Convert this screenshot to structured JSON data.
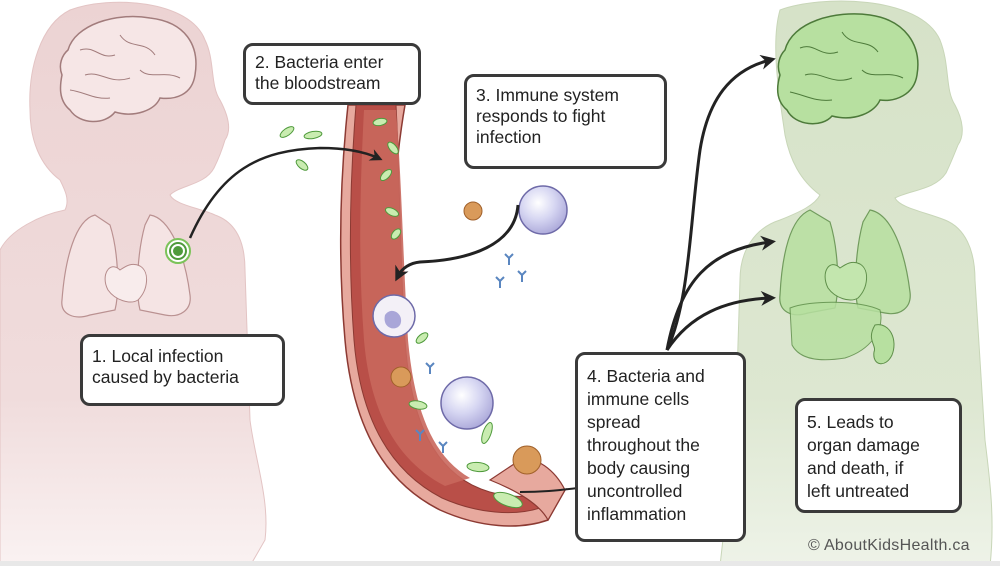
{
  "diagram": {
    "title": "How bacterial infection leads to sepsis",
    "callouts": [
      {
        "id": "step-1",
        "text": "1. Local infection\ncaused by bacteria"
      },
      {
        "id": "step-2",
        "text": "2. Bacteria enter\nthe bloodstream"
      },
      {
        "id": "step-3",
        "text": "3. Immune system\nresponds to fight\ninfection"
      },
      {
        "id": "step-4",
        "text": "4. Bacteria and\nimmune cells\nspread\nthroughout the\nbody causing\nuncontrolled\ninflammation"
      },
      {
        "id": "step-5",
        "text": "5. Leads to\norgan damage\nand death, if\nleft untreated"
      }
    ],
    "copyright": "© AboutKidsHealth.ca",
    "figures": {
      "healthy_child": {
        "tint": "pink",
        "organs": [
          "brain",
          "lungs",
          "heart"
        ]
      },
      "affected_child": {
        "tint": "green",
        "organs": [
          "brain",
          "lungs",
          "heart",
          "liver",
          "kidney"
        ]
      }
    },
    "colors": {
      "pink_body": "#ecd3d3",
      "pink_organ": "#f6e6e6",
      "pink_outline": "#b58a8a",
      "green_body": "#d6e2c8",
      "green_organ": "#b7e0a0",
      "green_outline": "#5f8f4a",
      "vessel_wall": "#c8655a",
      "vessel_inner": "#b04a45",
      "vessel_light": "#f0b7ad",
      "bacteria": "#c9ecb0",
      "bacteria_outline": "#4f9a3c",
      "immune_cell": "#d9d9f2",
      "arrow": "#222222",
      "infection_dot": "#4f9a3c"
    }
  }
}
